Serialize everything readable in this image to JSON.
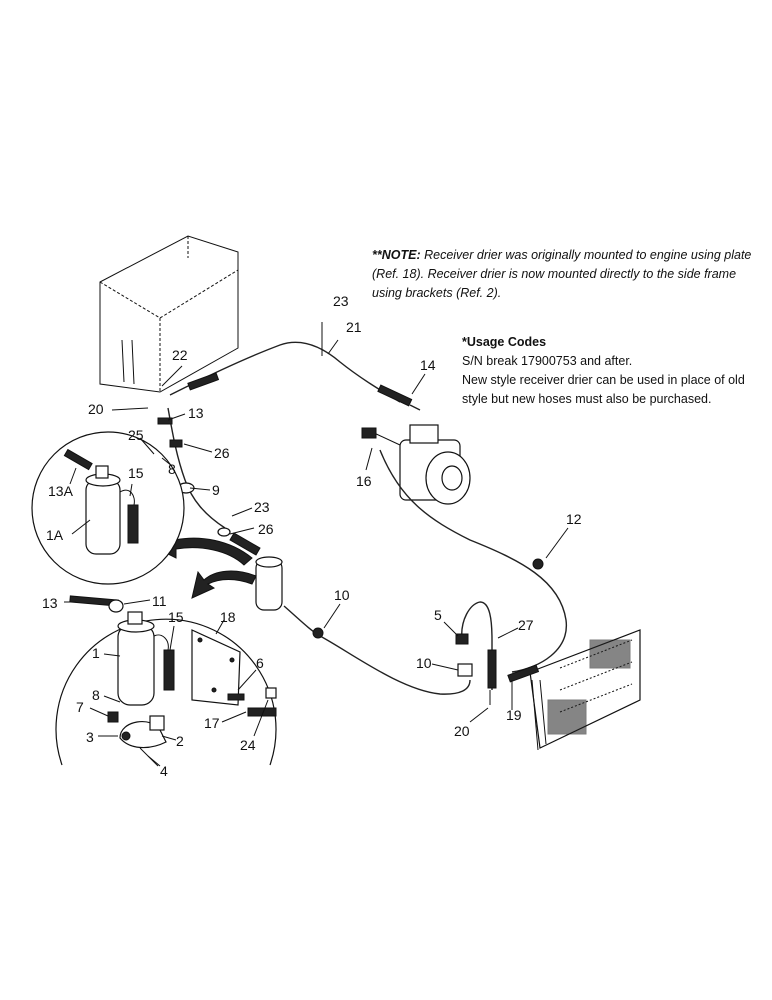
{
  "note": {
    "prefix": "**NOTE:",
    "text": " Receiver drier was originally mounted to engine using plate (Ref. 18). Receiver drier is now mounted directly to the side frame using brackets (Ref. 2)."
  },
  "usage": {
    "title": "*Usage Codes",
    "lines": [
      "S/N break 17900753 and after.",
      "New style receiver drier can be used in place of old style but new hoses must also be purchased."
    ]
  },
  "callouts": {
    "c23a": "23",
    "c21": "21",
    "c22": "22",
    "c20a": "20",
    "c13a": "13",
    "c25": "25",
    "c26a": "26",
    "c8a": "8",
    "c9": "9",
    "c14": "14",
    "c16": "16",
    "c13A": "13A",
    "c15a": "15",
    "c1A": "1A",
    "c23b": "23",
    "c26b": "26",
    "c12": "12",
    "c10a": "10",
    "c13b": "13",
    "c11": "11",
    "c15b": "15",
    "c18": "18",
    "c1": "1",
    "c6": "6",
    "c8b": "8",
    "c7": "7",
    "c17": "17",
    "c3": "3",
    "c2": "2",
    "c24": "24",
    "c4": "4",
    "c5": "5",
    "c27": "27",
    "c10b": "10",
    "c19": "19",
    "c20b": "20"
  }
}
